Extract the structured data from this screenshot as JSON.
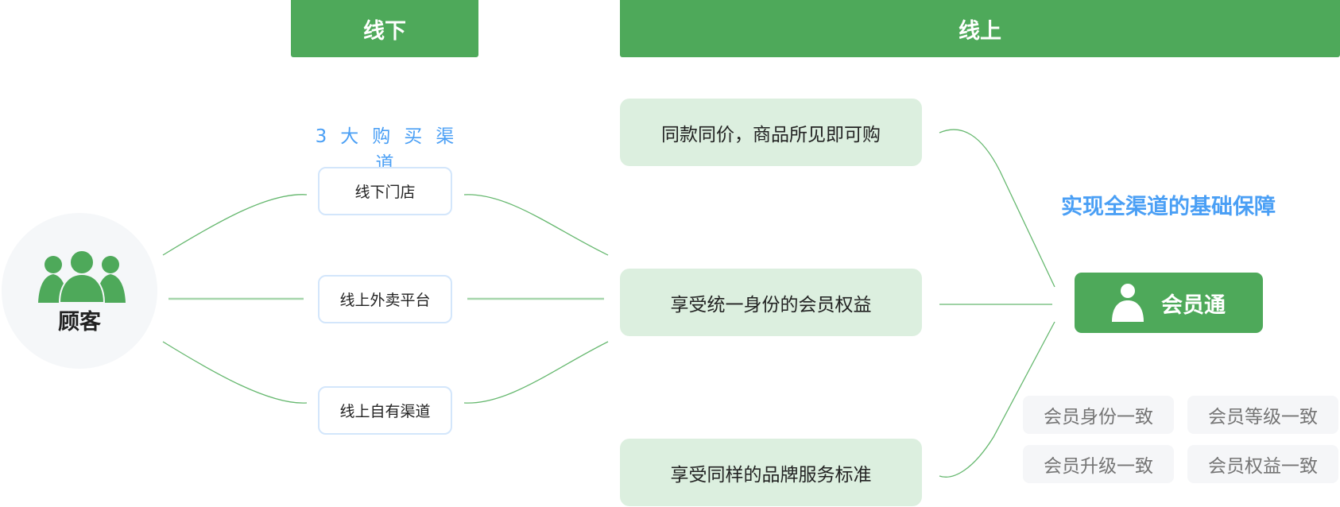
{
  "headers": {
    "offline": "线下",
    "online": "线上"
  },
  "customer": {
    "label": "顾客",
    "icon": "people-group-icon"
  },
  "channels": {
    "title": "3大购买渠道",
    "items": [
      {
        "label": "线下门店"
      },
      {
        "label": "线上外卖平台"
      },
      {
        "label": "线上自有渠道"
      }
    ]
  },
  "benefits": [
    {
      "label": "同款同价，商品所见即可购"
    },
    {
      "label": "享受统一身份的会员权益"
    },
    {
      "label": "享受同样的品牌服务标准"
    }
  ],
  "foundation": {
    "title": "实现全渠道的基础保障",
    "button_label": "会员通",
    "button_icon": "user-icon"
  },
  "consistency_tags": [
    {
      "label": "会员身份一致"
    },
    {
      "label": "会员等级一致"
    },
    {
      "label": "会员升级一致"
    },
    {
      "label": "会员权益一致"
    }
  ],
  "colors": {
    "brand_green": "#4ea95a",
    "light_green": "#dcefdf",
    "accent_blue": "#4a9ff5",
    "connector_green": "#66b86f"
  }
}
